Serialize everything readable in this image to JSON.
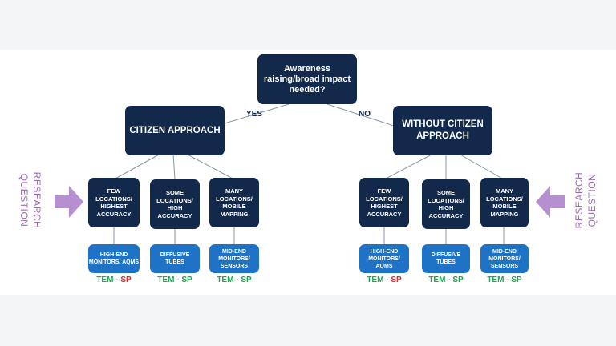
{
  "root": {
    "text": "Awareness raising/broad impact needed?"
  },
  "edges": {
    "yes": "YES",
    "no": "NO"
  },
  "left": {
    "title": "CITIZEN APPROACH",
    "children": [
      {
        "label": "FEW LOCATIONS/ HIGHEST ACCURACY",
        "leaf": "HIGH-END MONITORS/ AQMS",
        "tem": "TEM",
        "sep": "-",
        "sp": "SP",
        "sp_color": "#e0262b"
      },
      {
        "label": "SOME LOCATIONS/ HIGH ACCURACY",
        "leaf": "DIFFUSIVE TUBES",
        "tem": "TEM",
        "sep": "-",
        "sp": "SP",
        "sp_color": "#1ea650"
      },
      {
        "label": "MANY LOCATIONS/ MOBILE MAPPING",
        "leaf": "MID-END MONITORS/ SENSORS",
        "tem": "TEM",
        "sep": "-",
        "sp": "SP",
        "sp_color": "#1ea650"
      }
    ]
  },
  "right": {
    "title": "WITHOUT CITIZEN APPROACH",
    "children": [
      {
        "label": "FEW LOCATIONS/ HIGHEST ACCURACY",
        "leaf": "HIGH-END MONITORS/ AQMS",
        "tem": "TEM",
        "sep": "-",
        "sp": "SP",
        "sp_color": "#e0262b"
      },
      {
        "label": "SOME LOCATIONS/ HIGH ACCURACY",
        "leaf": "DIFFUSIVE TUBES",
        "tem": "TEM",
        "sep": "-",
        "sp": "SP",
        "sp_color": "#1ea650"
      },
      {
        "label": "MANY LOCATIONS/ MOBILE MAPPING",
        "leaf": "MID-END MONITORS/ SENSORS",
        "tem": "TEM",
        "sep": "-",
        "sp": "SP",
        "sp_color": "#1ea650"
      }
    ]
  },
  "research_question": {
    "line1": "RESEARCH",
    "line2": "QUESTION"
  },
  "colors": {
    "navy": "#13294b",
    "blue": "#1f73c6",
    "green": "#1ea650",
    "red": "#e0262b",
    "purple": "#9b6bb8"
  },
  "icons": {
    "left_arrow": "arrow-right-icon",
    "right_arrow": "arrow-left-icon"
  }
}
